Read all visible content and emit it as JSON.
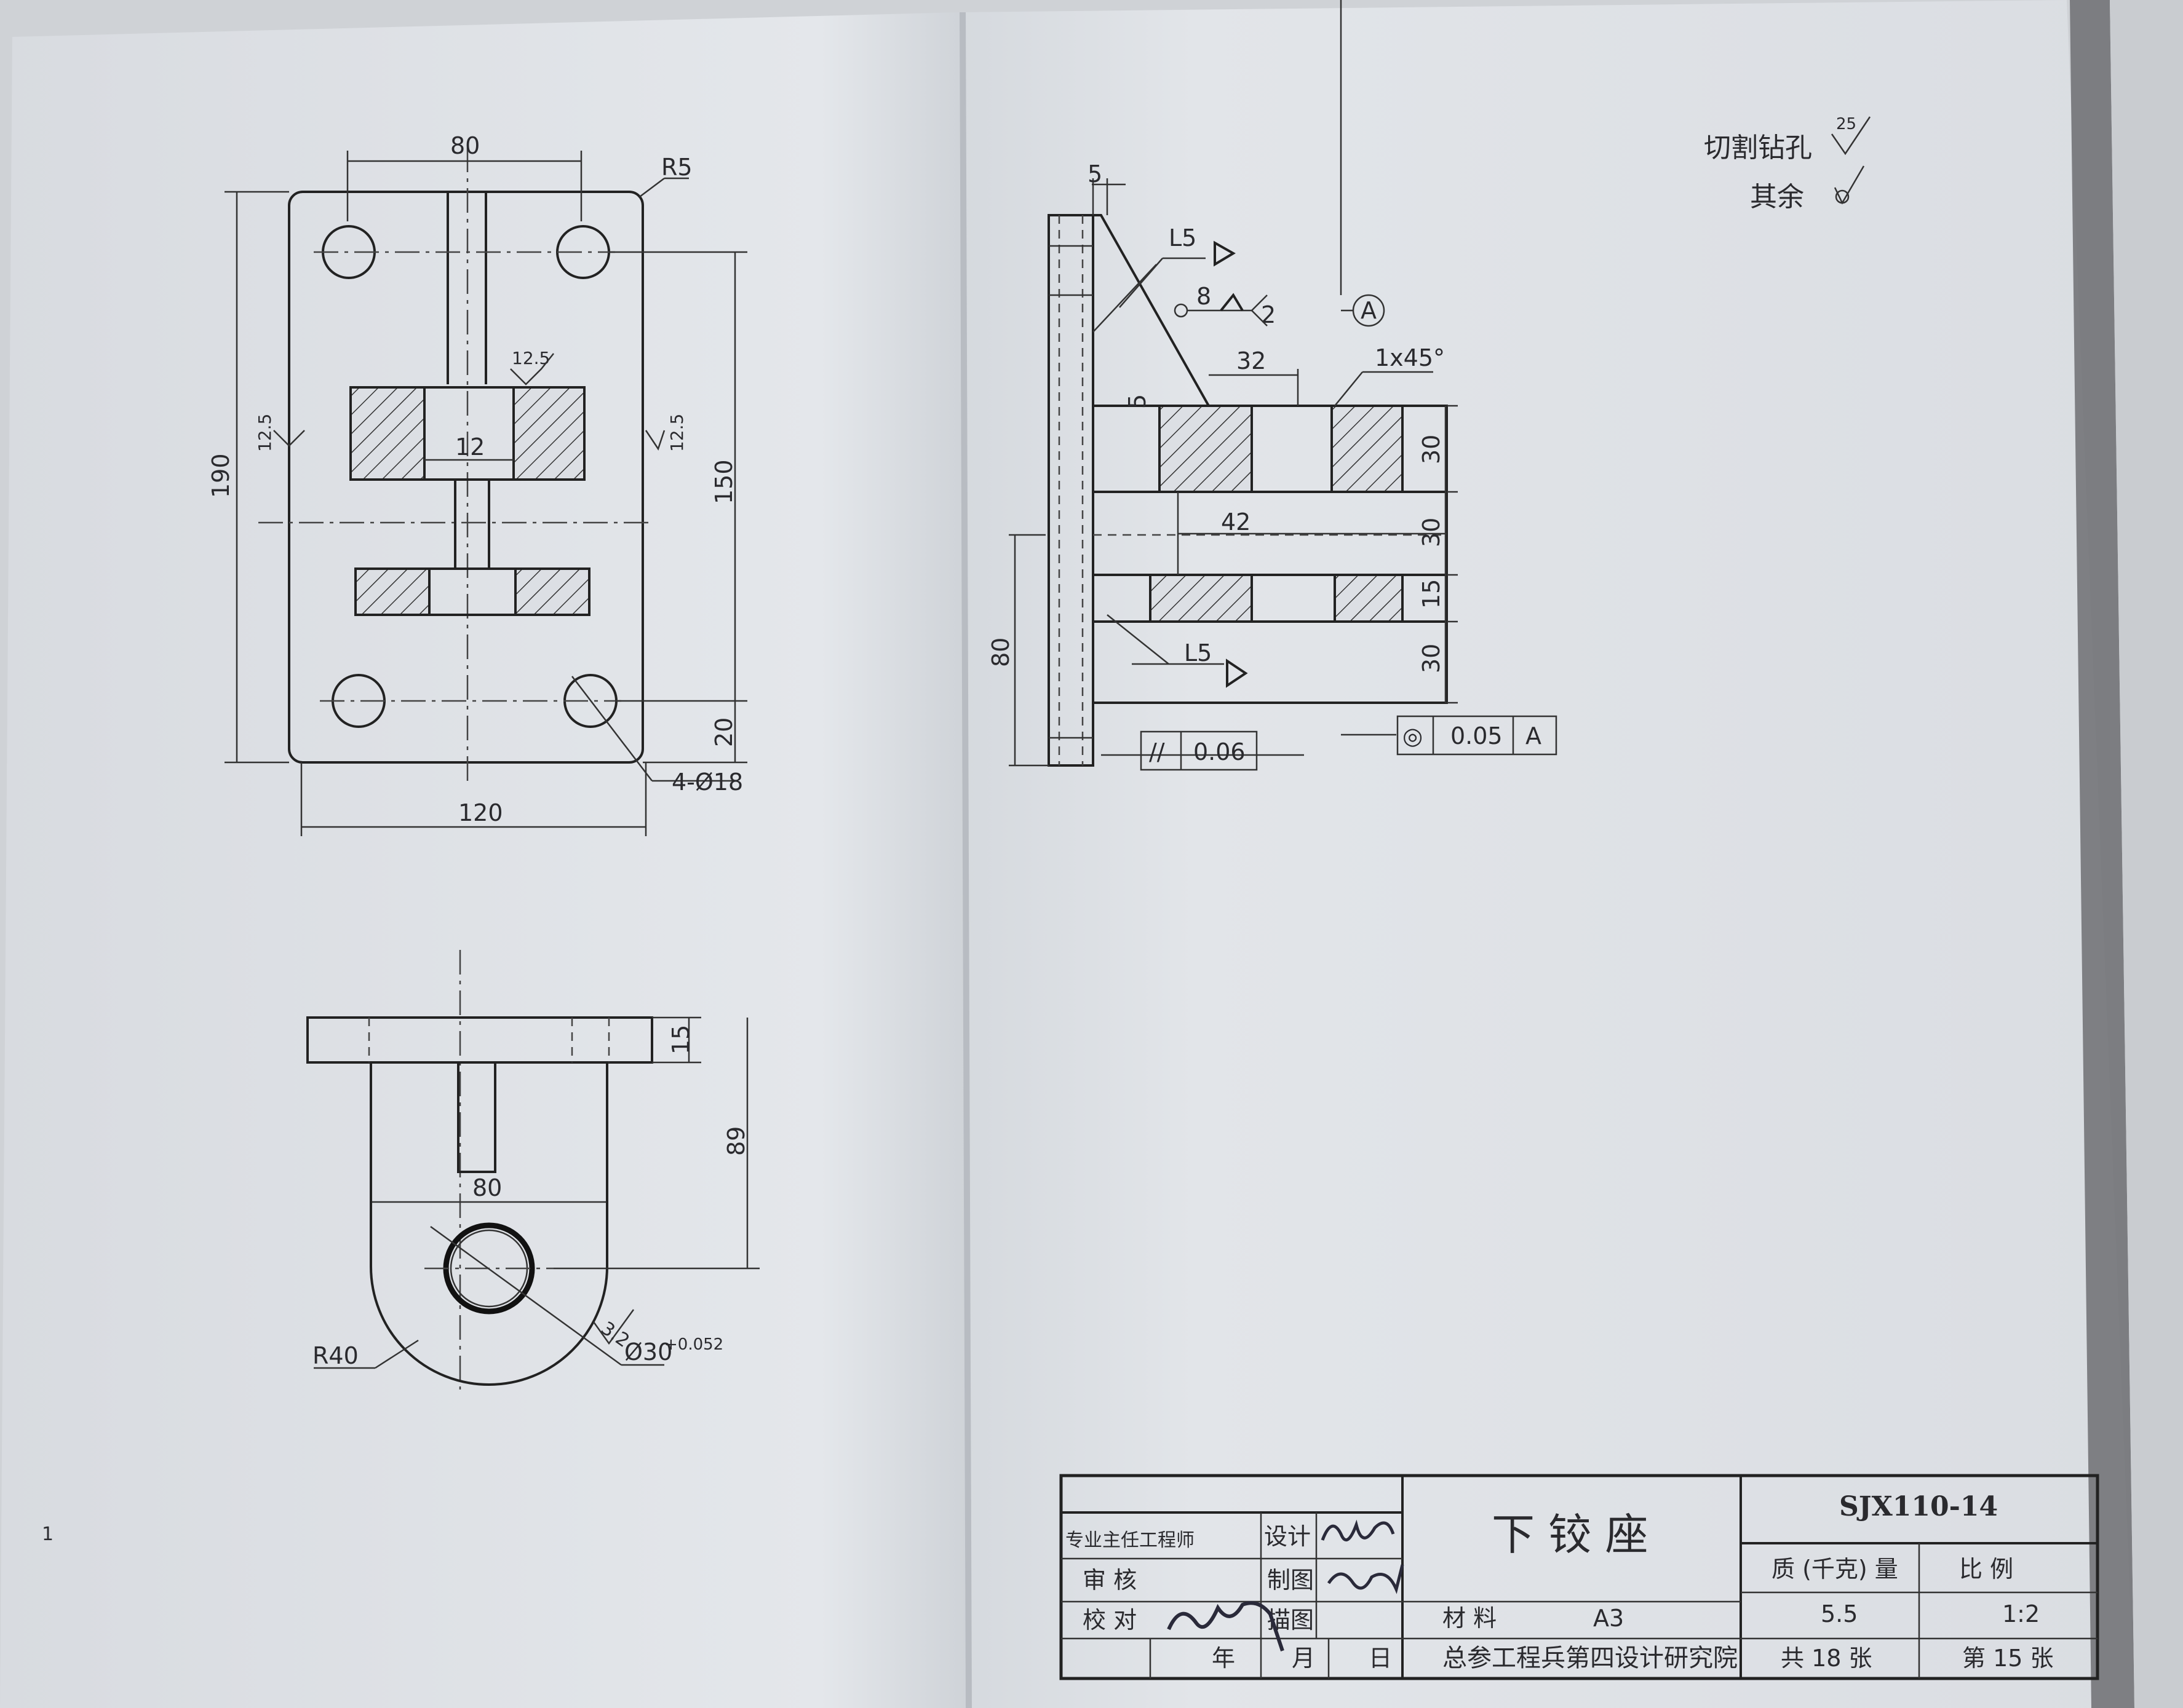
{
  "drawing": {
    "front_view": {
      "width_top": "80",
      "radius": "R5",
      "height_total": "190",
      "height_holes": "150",
      "bottom_offset": "20",
      "width_total": "120",
      "holes": "4-Ø18",
      "rough_left": "12.5",
      "rough_right": "12.5",
      "rough_top": "12.5",
      "slot": "12"
    },
    "bottom_view": {
      "thickness": "15",
      "height": "89",
      "width": "80",
      "radius": "R40",
      "rough": "3.2",
      "bore": "Ø30",
      "bore_tol": "+0.052"
    },
    "side_view": {
      "top": "5",
      "weld_top": "L5",
      "weld_mid": "8",
      "weld_mid2": "2",
      "datum": "A",
      "chamfer": "1x45°",
      "dim_32": "32",
      "dim_5": "5",
      "dim_42": "42",
      "h30a": "30",
      "h30b": "30",
      "h15": "15",
      "h30c": "30",
      "h80": "80",
      "weld_bot": "L5",
      "tol_par_sym": "//",
      "tol_par": "0.06",
      "tol_conc_sym": "◎",
      "tol_conc": "0.05",
      "tol_conc_ref": "A"
    },
    "notes": {
      "drill_label": "切割钻孔",
      "drill_value": "25",
      "rest_label": "其余"
    }
  },
  "title_block": {
    "part_name": "下 铰 座",
    "drawing_no": "SJX110-14",
    "r1_left": "专业主任工程师",
    "r1_mid": "设计",
    "r2_left": "审  核",
    "r2_mid": "制图",
    "r3_left": "校  对",
    "r3_mid": "描图",
    "year": "年",
    "month": "月",
    "day": "日",
    "mass_label": "质 (千克) 量",
    "scale_label": "比      例",
    "mass": "5.5",
    "scale": "1:2",
    "material_label": "材  料",
    "material": "A3",
    "institute": "总参工程兵第四设计研究院",
    "total_sheets": "共   18   张",
    "sheet_no": "第   15   张"
  },
  "margin_mark": "1"
}
